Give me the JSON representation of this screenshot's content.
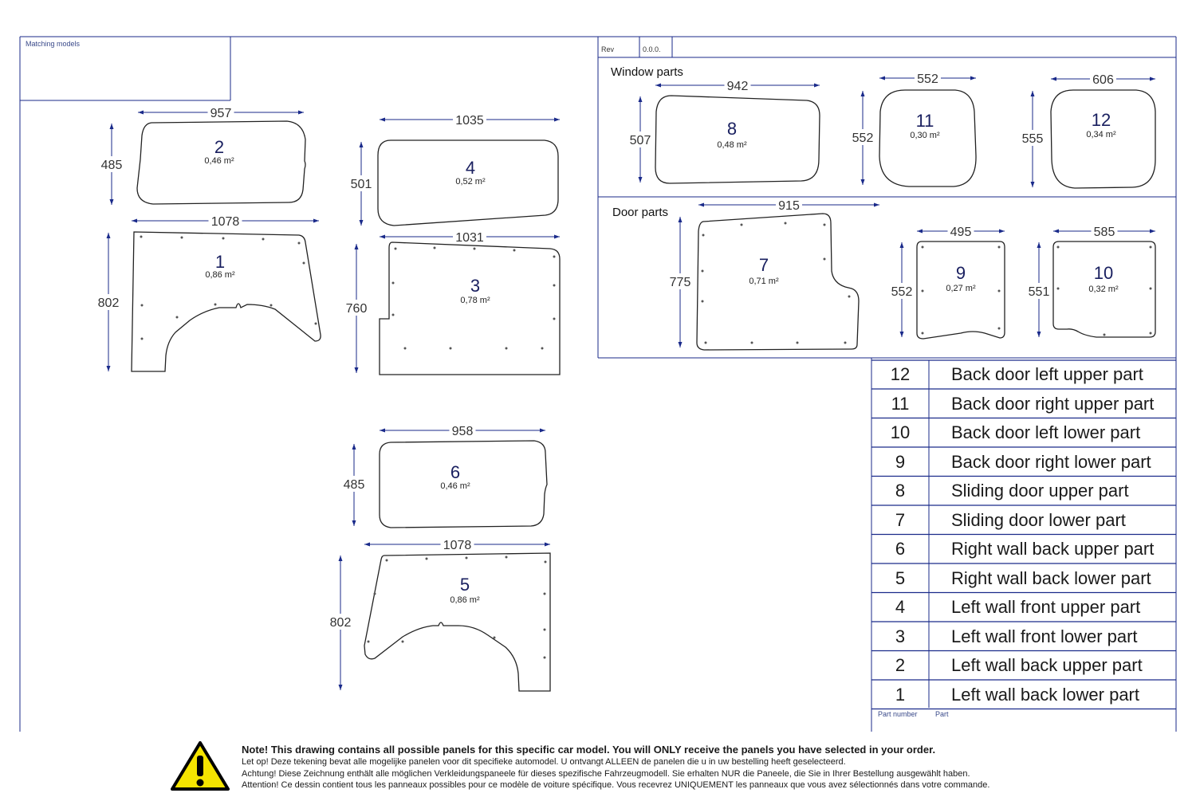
{
  "header": {
    "matching_models_label": "Matching models",
    "rev_label": "Rev",
    "rev_value": "0.0.0."
  },
  "sections": {
    "window_parts_title": "Window parts",
    "door_parts_title": "Door parts"
  },
  "panels": [
    {
      "id": "1",
      "area": "0,86 m²",
      "width": "1078",
      "height": "802"
    },
    {
      "id": "2",
      "area": "0,46 m²",
      "width": "957",
      "height": "485"
    },
    {
      "id": "3",
      "area": "0,78 m²",
      "width": "1031",
      "height": "760"
    },
    {
      "id": "4",
      "area": "0,52 m²",
      "width": "1035",
      "height": "501"
    },
    {
      "id": "5",
      "area": "0,86 m²",
      "width": "1078",
      "height": "802"
    },
    {
      "id": "6",
      "area": "0,46 m²",
      "width": "958",
      "height": "485"
    },
    {
      "id": "7",
      "area": "0,71 m²",
      "width": "915",
      "height": "775"
    },
    {
      "id": "8",
      "area": "0,48 m²",
      "width": "942",
      "height": "507"
    },
    {
      "id": "9",
      "area": "0,27 m²",
      "width": "495",
      "height": "552"
    },
    {
      "id": "10",
      "area": "0,32 m²",
      "width": "585",
      "height": "551"
    },
    {
      "id": "11",
      "area": "0,30 m²",
      "width": "552",
      "height": "552"
    },
    {
      "id": "12",
      "area": "0,34 m²",
      "width": "606",
      "height": "555"
    }
  ],
  "legend": {
    "rows": [
      {
        "number": "12",
        "part": "Back door left upper part"
      },
      {
        "number": "11",
        "part": "Back door right upper part"
      },
      {
        "number": "10",
        "part": "Back door left lower part"
      },
      {
        "number": "9",
        "part": "Back door right lower part"
      },
      {
        "number": "8",
        "part": "Sliding door upper part"
      },
      {
        "number": "7",
        "part": "Sliding door lower part"
      },
      {
        "number": "6",
        "part": "Right wall back upper part"
      },
      {
        "number": "5",
        "part": "Right wall back lower part"
      },
      {
        "number": "4",
        "part": "Left wall front upper part"
      },
      {
        "number": "3",
        "part": "Left wall front lower part"
      },
      {
        "number": "2",
        "part": "Left wall back upper part"
      },
      {
        "number": "1",
        "part": "Left wall back lower part"
      }
    ],
    "footer_number": "Part number",
    "footer_part": "Part"
  },
  "note": {
    "lines": [
      "Note! This drawing contains all possible panels for this specific car model. You will ONLY receive the panels you have selected in your order.",
      "Let op! Deze tekening bevat alle mogelijke panelen voor dit specifieke automodel. U ontvangt ALLEEN de panelen die u in uw bestelling heeft geselecteerd.",
      "Achtung! Diese Zeichnung enthält alle möglichen Verkleidungspaneele für dieses spezifische Fahrzeugmodell. Sie erhalten NUR die Paneele, die Sie in Ihrer Bestellung ausgewählt haben.",
      "Attention! Ce dessin contient tous les panneaux possibles pour ce modèle de voiture spécifique. Vous recevrez UNIQUEMENT les panneaux que vous avez sélectionnés dans votre commande."
    ]
  },
  "colors": {
    "frame": "#1a2a8a",
    "number": "#1a2060",
    "dimension": "#1a2a8a",
    "warning_fill": "#f5e400"
  }
}
